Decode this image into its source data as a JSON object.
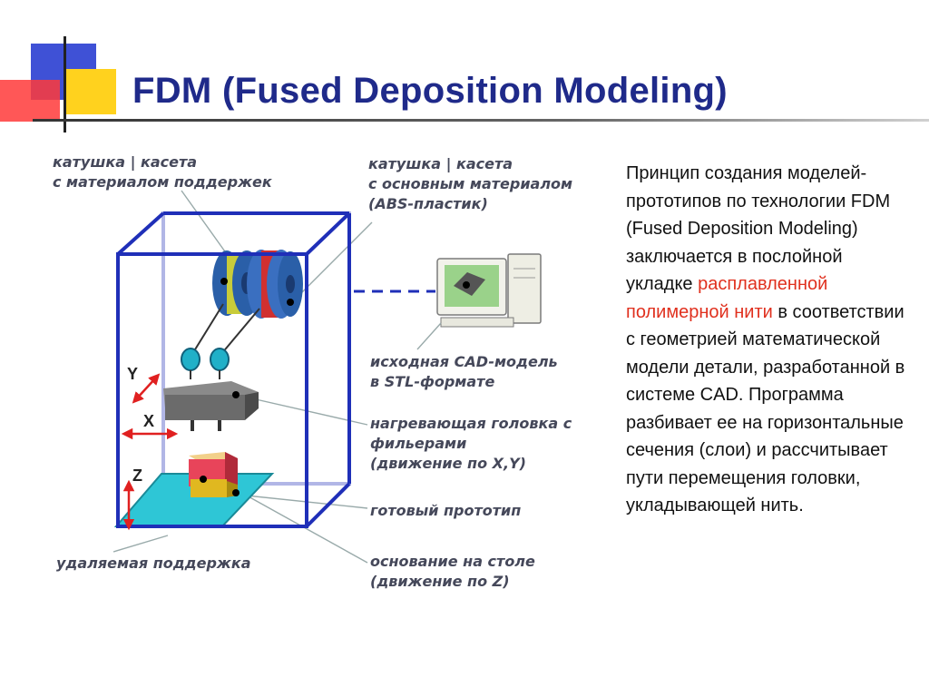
{
  "header": {
    "title": "FDM (Fused Deposition Modeling)"
  },
  "diagram": {
    "labels": {
      "support_spool": [
        "катушка | касета",
        "с материалом поддержек"
      ],
      "main_spool": [
        "катушка | касета",
        "с основным материалом",
        "(ABS-пластик)"
      ],
      "cad_model": [
        "исходная CAD-модель",
        "в STL-формате"
      ],
      "heated_head": [
        "нагревающая головка с",
        "фильерами",
        "(движение по X,Y)"
      ],
      "prototype": [
        "готовый прототип"
      ],
      "removable_support": [
        "удаляемая поддержка"
      ],
      "table_base": [
        "основание на столе",
        "(движение по Z)"
      ]
    },
    "axes": {
      "y": "Y",
      "x": "X",
      "z": "Z"
    },
    "colors": {
      "frame": "#1f2fb8",
      "arrow": "#e02020",
      "platform": "#2ec6d6",
      "support_spool": "#c8cc3a",
      "main_spool": "#d03030",
      "spool_edge": "#2a5fa8"
    }
  },
  "description": {
    "before": "Принцип создания моделей-прототипов по технологии FDM (Fused Deposition Modeling) заключается в послойной укладке ",
    "highlight": "расплавленной полимерной нити",
    "after": " в соответствии с геометрией математической модели детали, разработанной в системе CAD. Программа разбивает ее на горизонтальные сечения (слои) и рассчитывает пути перемещения головки, укладывающей нить."
  }
}
